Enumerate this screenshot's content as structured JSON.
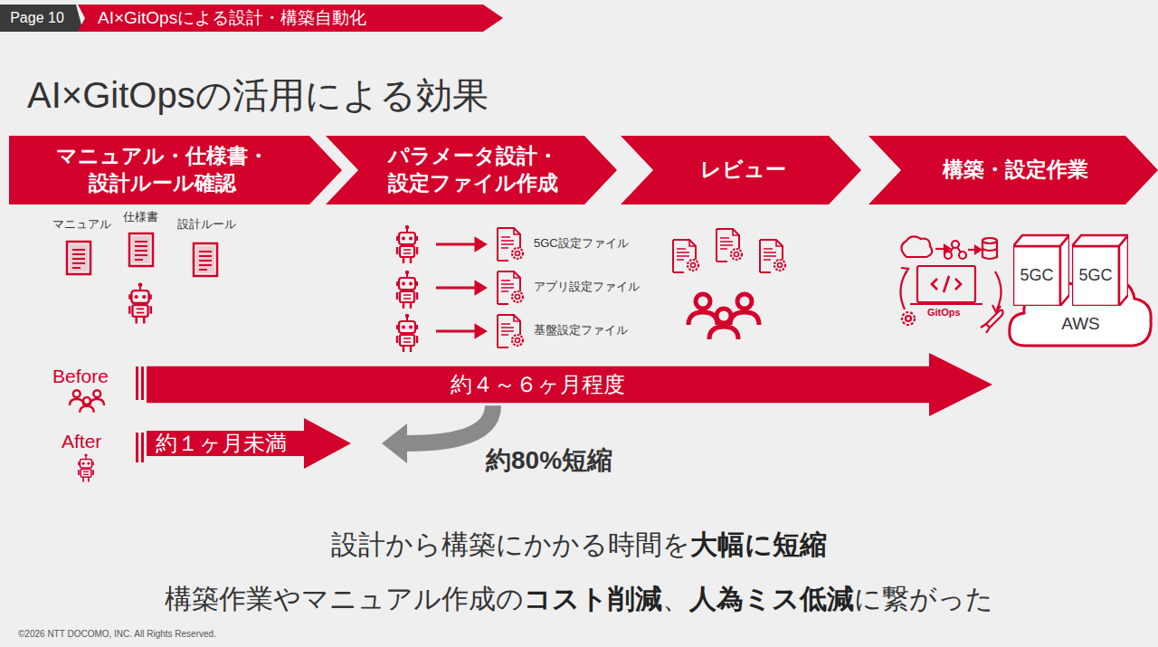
{
  "diagram": {
    "title": "AI×GitOpsの活用による効果",
    "nodes": [
      {
        "text": [
          "Page 10"
        ]
      },
      {
        "text": [
          "AI×GitOpsによる設計・構築自動化"
        ]
      },
      {
        "text": [
          "マニュアル・仕様書・設計ルール確認"
        ]
      },
      {
        "text": [
          "パラメータ設計・設定ファイル作成"
        ]
      },
      {
        "text": [
          "レビュー"
        ]
      },
      {
        "text": [
          "構築・設定作業"
        ]
      },
      {
        "text": [
          "約４～６ヶ月程度"
        ]
      },
      {
        "text": [
          "約１ヶ月未満"
        ]
      },
      {
        "text": [
          "AWS"
        ]
      },
      {
        "text": [
          "5GC"
        ]
      },
      {
        "text": [
          "5GC"
        ]
      }
    ],
    "edges": [
      {
        "from": 6,
        "to": 7,
        "arrow": "to",
        "label": "約80%短縮"
      }
    ],
    "labels": [
      "マニュアル",
      "仕様書",
      "設計ルール",
      "5GC設定ファイル",
      "アプリ設定ファイル",
      "基盤設定ファイル",
      "GitOps",
      "Before",
      "After",
      "設計から構築にかかる時間を",
      "大幅に短縮",
      "構築作業やマニュアル作成の",
      "コスト削減",
      "、",
      "人為ミス低減",
      "に繋がった",
      "©2026 NTT DOCOMO, INC. All Rights Reserved."
    ]
  }
}
